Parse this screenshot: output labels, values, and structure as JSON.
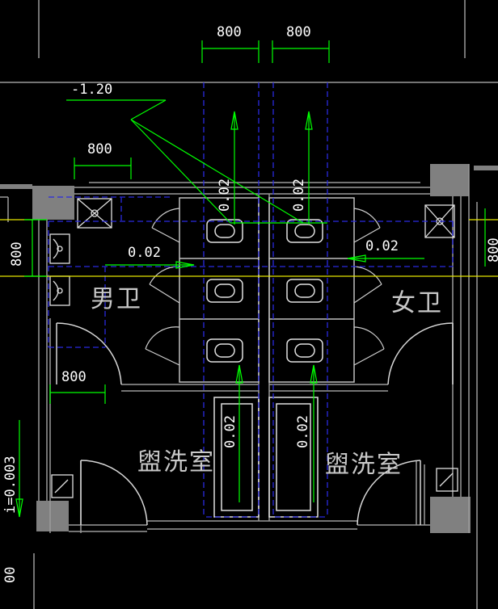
{
  "drawing": {
    "dimensions": {
      "top_left": "800",
      "top_right": "800",
      "left_upper": "800",
      "left_side": "800",
      "left_lower": "800",
      "right_side": "800",
      "bottom_left": "00"
    },
    "elevation": "-1.20",
    "left_edge_value": "i=0.003",
    "rooms": {
      "mens": "男卫",
      "womens": "女卫",
      "wash_left": "盥洗室",
      "wash_right": "盥洗室"
    },
    "slopes": {
      "mens_floor": "0.02",
      "womens_floor": "0.02",
      "stall_left": "0.02",
      "stall_right": "0.02",
      "wash_left": "0.02",
      "wash_right": "0.02"
    },
    "colors": {
      "wall": "#808080",
      "blue_line": "#2a2adf",
      "green": "#00ff00",
      "yellow": "#ffff00",
      "white": "#ffffff"
    }
  }
}
